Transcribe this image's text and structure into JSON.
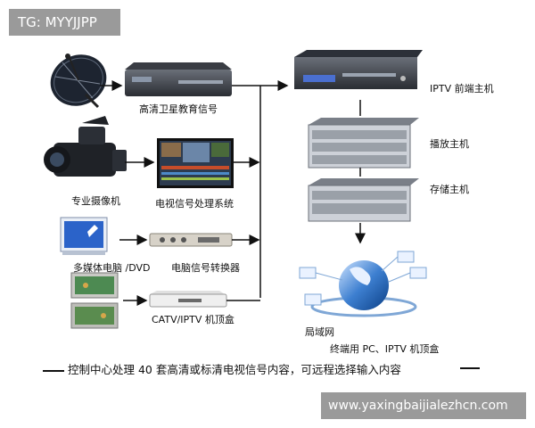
{
  "watermark_top": "TG: MYYJJPP",
  "watermark_bottom": "www.yaxingbaijialezhcn.com",
  "sources": {
    "satellite": "高清卫星教育信号",
    "camera": "专业摄像机",
    "tv_processing": "电视信号处理系统",
    "multimedia_pc": "多媒体电脑 /DVD",
    "pc_converter": "电脑信号转换器",
    "catv_stb": "CATV/IPTV 机顶盒"
  },
  "servers": {
    "frontend": "IPTV 前端主机",
    "playback": "播放主机",
    "storage": "存储主机"
  },
  "network": {
    "lan": "局域网",
    "terminals": "终端用 PC、IPTV 机顶盒"
  },
  "caption": "控制中心处理 40 套高清或标清电视信号内容，可远程选择输入内容"
}
